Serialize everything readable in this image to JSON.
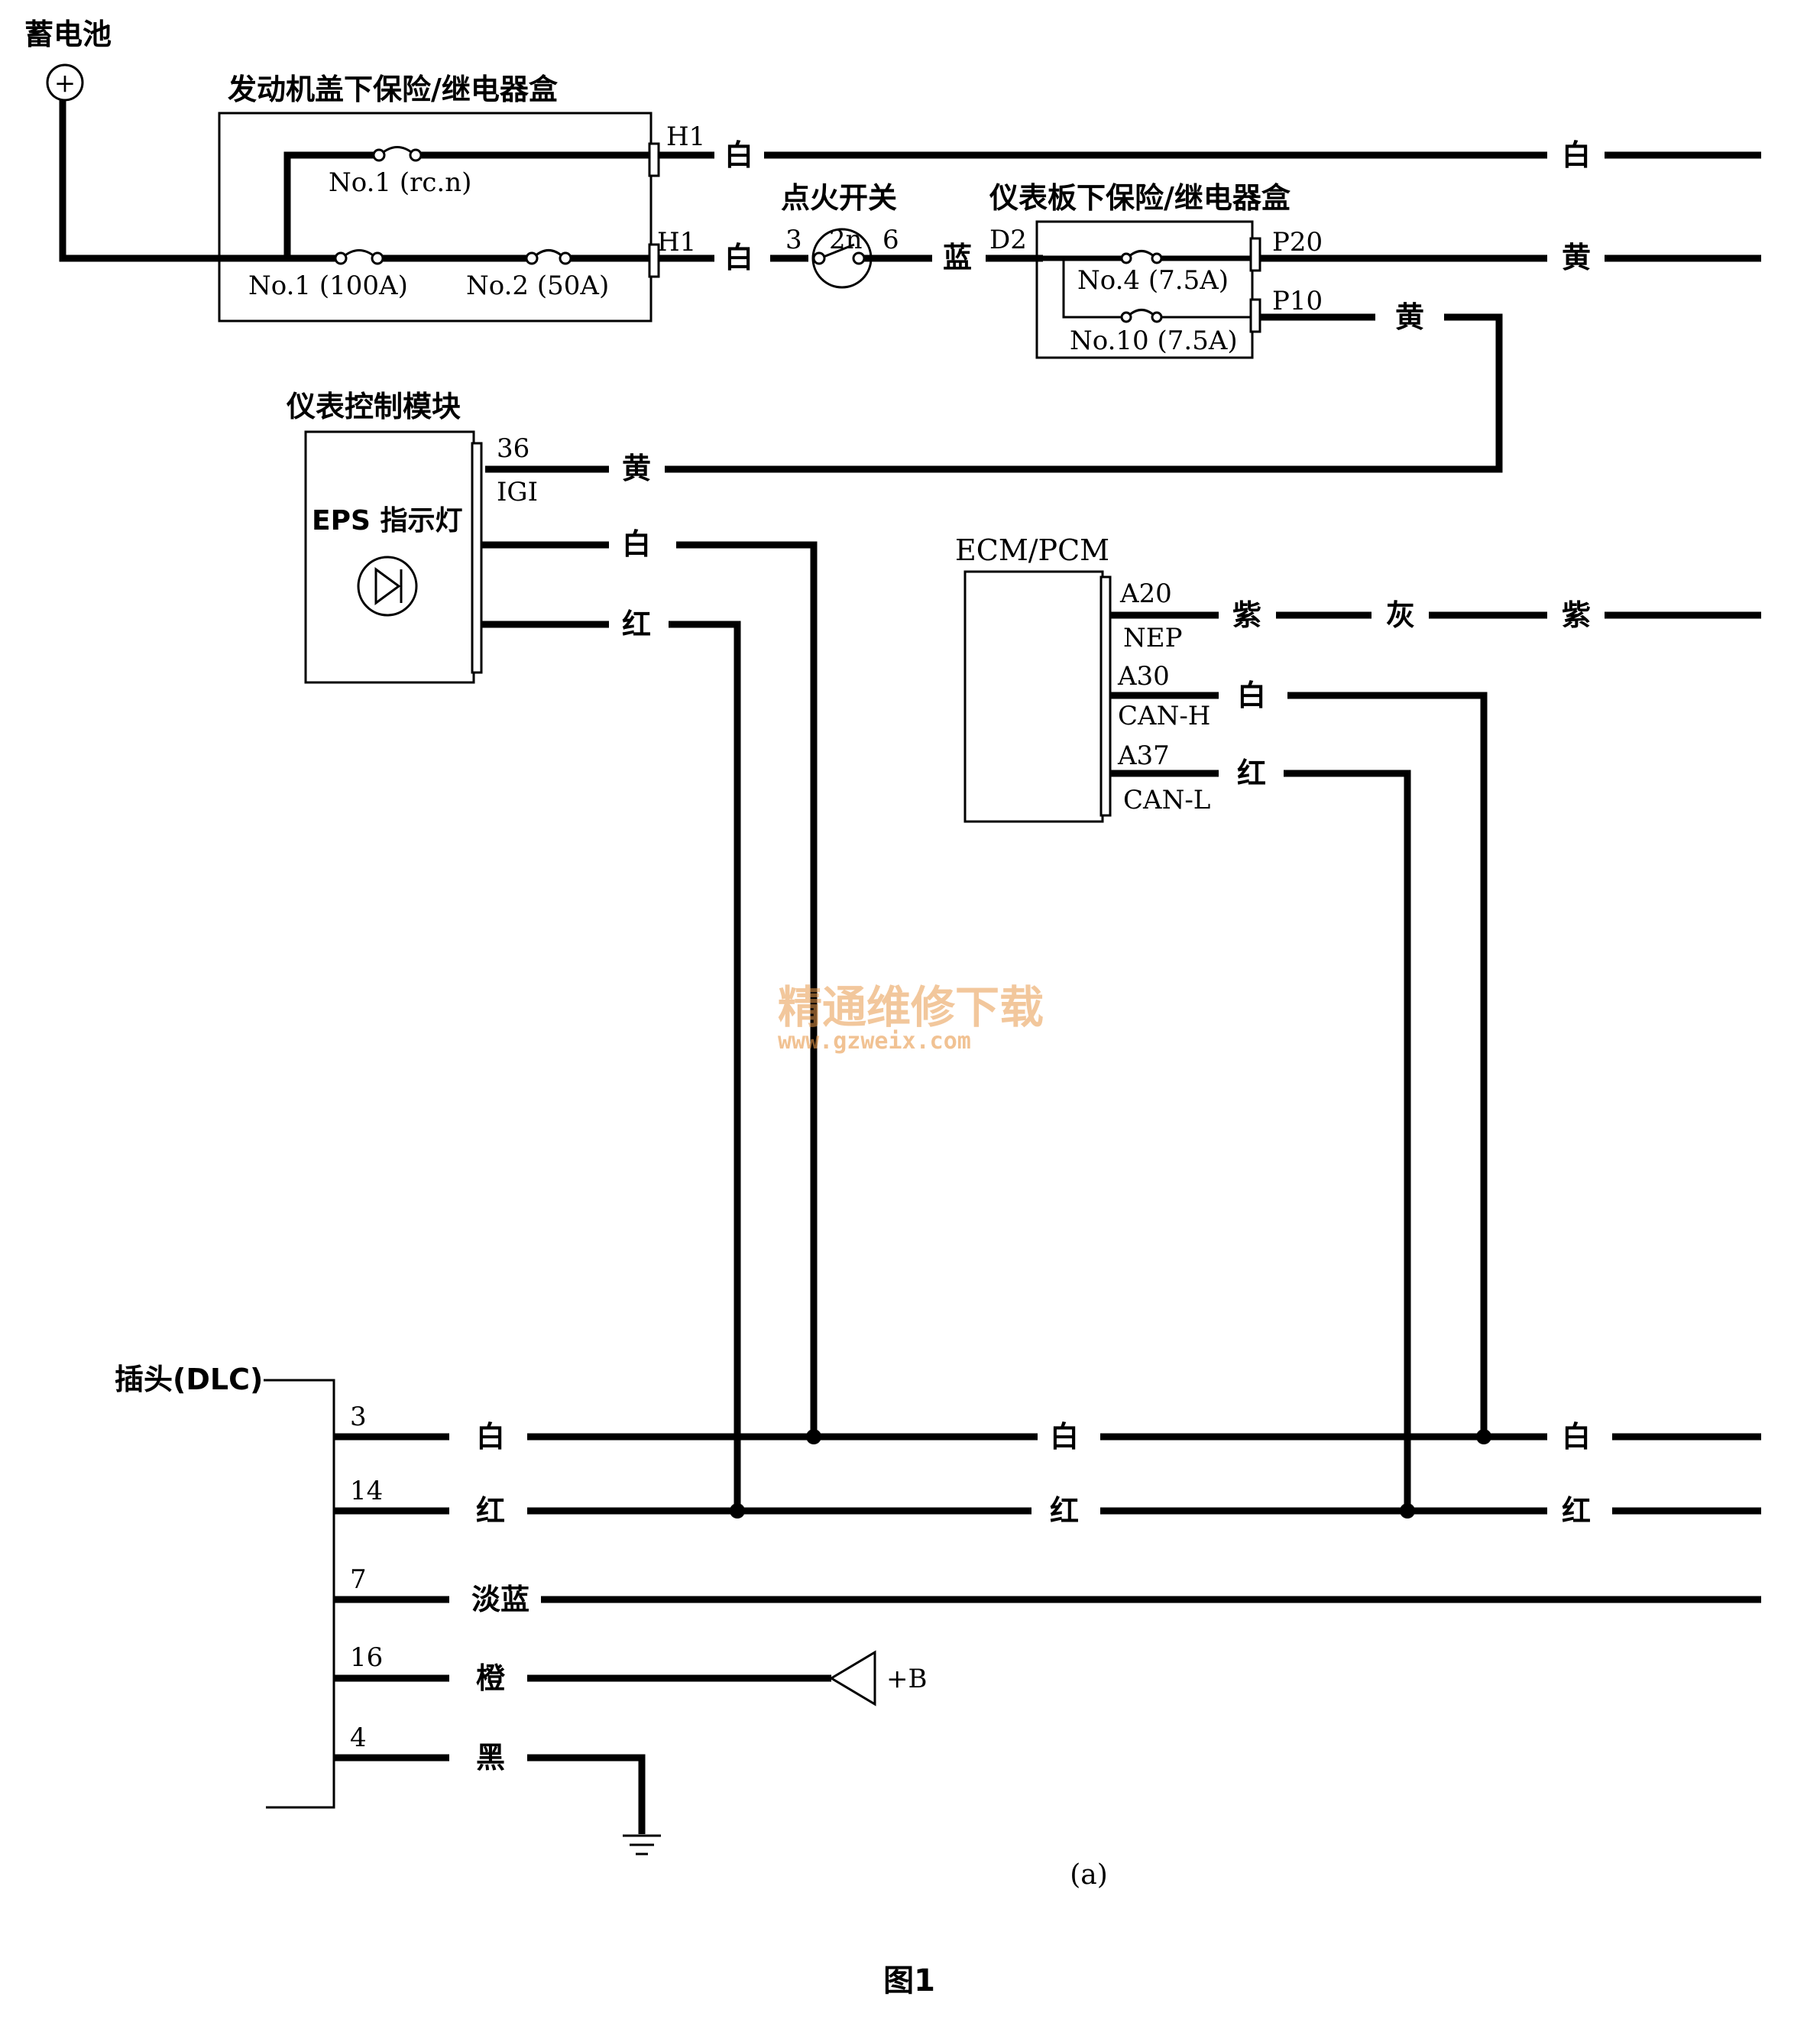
{
  "battery": {
    "label": "蓄电池",
    "symbol": "+"
  },
  "engine_box": {
    "title": "发动机盖下保险/继电器盒",
    "fuse_top": "No.1 (rc.n)",
    "fuse_main": "No.1 (100A)",
    "fuse_second": "No.2 (50A)",
    "pin_top": "H1",
    "pin_bottom": "H1"
  },
  "ignition": {
    "title": "点火开关",
    "pin_left": "3",
    "pin_mid": "2n",
    "pin_right": "6"
  },
  "dash_box": {
    "title": "仪表板下保险/继电器盒",
    "pin_in": "D2",
    "fuse_a": "No.4 (7.5A)",
    "fuse_b": "No.10 (7.5A)",
    "pin_out_a": "P20",
    "pin_out_b": "P10"
  },
  "gauge_module": {
    "title": "仪表控制模块",
    "indicator": "EPS 指示灯",
    "pin_num": "36",
    "pin_name": "IGI"
  },
  "ecm": {
    "title": "ECM/PCM",
    "pins": [
      {
        "num": "A20",
        "name": "NEP"
      },
      {
        "num": "A30",
        "name": "CAN-H"
      },
      {
        "num": "A37",
        "name": "CAN-L"
      }
    ]
  },
  "wire_colors": {
    "white": "白",
    "yellow": "黄",
    "blue": "蓝",
    "red": "红",
    "purple": "紫",
    "gray": "灰",
    "light_blue": "淡蓝",
    "orange": "橙",
    "black": "黑"
  },
  "dlc": {
    "title": "插头(DLC)",
    "pins": [
      {
        "num": "3",
        "color": "白"
      },
      {
        "num": "14",
        "color": "红"
      },
      {
        "num": "7",
        "color": "淡蓝"
      },
      {
        "num": "16",
        "color": "橙"
      },
      {
        "num": "4",
        "color": "黑"
      }
    ],
    "power": "+B"
  },
  "watermark": {
    "line1": "精通维修下载",
    "line2": "www.gzweix.com"
  },
  "subcaption": "(a)",
  "figure_label": "图1"
}
